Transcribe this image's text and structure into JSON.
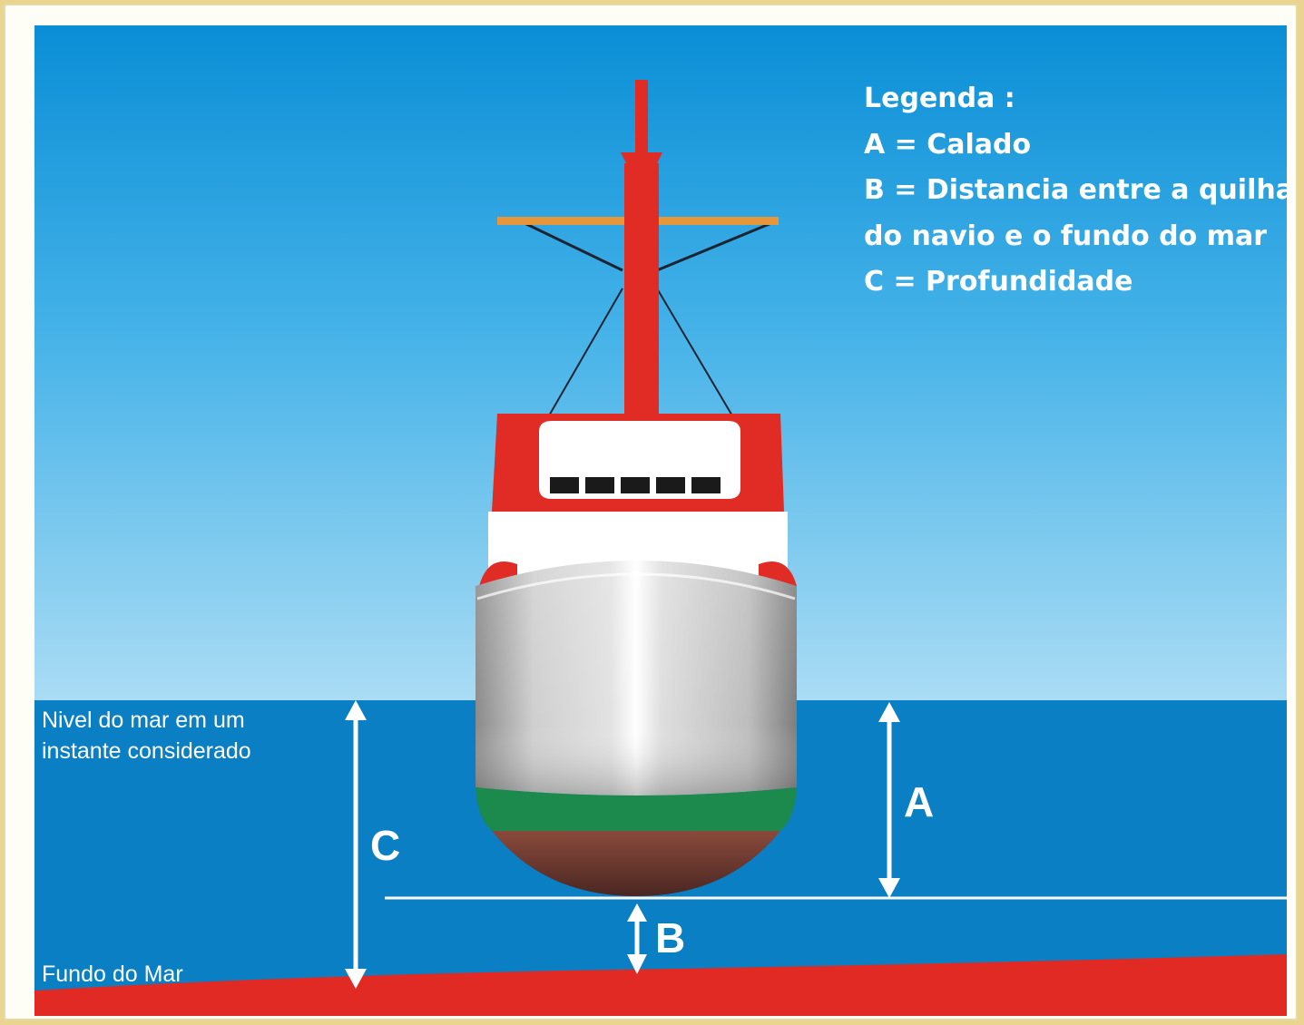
{
  "legend": {
    "title": "Legenda :",
    "items": [
      "A = Calado",
      "B = Distancia entre a quilha",
      "do navio e o fundo do mar",
      "C = Profundidade"
    ]
  },
  "labels": {
    "sea_level_line1": "Nivel do mar em um",
    "sea_level_line2": "instante considerado",
    "sea_floor": "Fundo do Mar",
    "A": "A",
    "B": "B",
    "C": "C"
  },
  "colors": {
    "sky_top": "#0a90d8",
    "sky_bottom": "#a8dcf4",
    "sea": "#0a7fc4",
    "sea_floor": "#e22a24",
    "hull_red": "#e12b25",
    "hull_green": "#1c8a4c",
    "keel_brown": "#6b3b32",
    "yard_orange": "#e6973b"
  },
  "icons": [
    "ship-illustration",
    "double-arrow-icon"
  ]
}
